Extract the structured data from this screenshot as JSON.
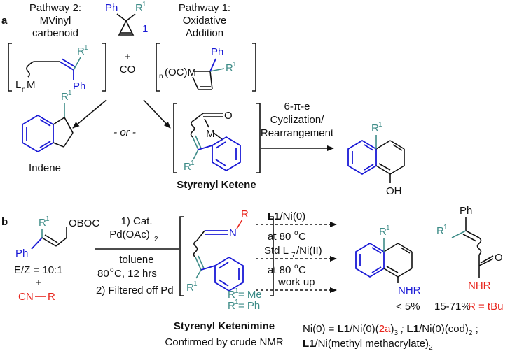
{
  "panel_a": {
    "label": "a",
    "cyclopropene": {
      "ph": "Ph",
      "r1": "R",
      "r1_sup": "1",
      "compound_number": "1"
    },
    "pathway2": {
      "line1": "Pathway 2:",
      "line2": "MVinyl",
      "line3": "carbenoid"
    },
    "pathway1": {
      "line1": "Pathway 1:",
      "line2": "Oxidative",
      "line3": "Addition"
    },
    "reagent": {
      "plus": "+",
      "co": "CO"
    },
    "carbenoid": {
      "metal_ligand": "L",
      "metal_sub": "n",
      "metal": "M",
      "ph": "Ph",
      "r1": "R",
      "r1_sup": "1"
    },
    "metallacycle": {
      "prefix": "n",
      "occ": "(OC)M",
      "ph": "Ph",
      "r1": "R",
      "r1_sup": "1"
    },
    "or_text": "- or -",
    "indene": {
      "r1": "R",
      "r1_sup": "1",
      "name": "Indene"
    },
    "ketene": {
      "o": "O",
      "m": "M",
      "r1": "R",
      "r1_sup": "1",
      "name": "Styrenyl Ketene"
    },
    "cyclization": {
      "line1": "6-π-e",
      "line2": "Cyclization/",
      "line3": "Rearrangement"
    },
    "naphthol": {
      "r1": "R",
      "r1_sup": "1",
      "oh": "OH"
    }
  },
  "panel_b": {
    "label": "b",
    "substrate": {
      "r1": "R",
      "r1_sup": "1",
      "oboc": "OBOC",
      "ph": "Ph",
      "ez": "E/Z = 10:1",
      "plus": "+",
      "cn": "CN",
      "cn_r": "R"
    },
    "conditions": {
      "step1a": "1) Cat.",
      "step1b": "Pd(OAc)",
      "step1b_sub": "2",
      "solvent": "toluene",
      "temp": "80",
      "temp_sup": "o",
      "temp_rest": "C, 12 hrs",
      "step2": "2) Filtered off Pd"
    },
    "ketenimine": {
      "n": "N",
      "r": "R",
      "r1": "R",
      "r1_sup": "1",
      "eq1": "R",
      "eq1_sup": "1",
      "eq1_rest": " = Me",
      "eq2": "R",
      "eq2_sup": "1",
      "eq2_rest": " = Ph",
      "name": "Styrenyl Ketenimine",
      "confirm": "Confirmed by crude NMR"
    },
    "arrow1": {
      "l1": "L1",
      "l1_rest": "/Ni(0)",
      "temp": "at 80",
      "temp_sup": "o",
      "temp_c": "C"
    },
    "arrow2": {
      "std": "Std L",
      "std_sub": "7",
      "std_rest": "/Ni(II)",
      "temp": "at 80",
      "temp_sup": "o",
      "temp_c": "C"
    },
    "arrow3": {
      "text": "work up"
    },
    "naphthylamine": {
      "r1": "R",
      "r1_sup": "1",
      "nhr": "NHR",
      "yield": "< 5%"
    },
    "amide": {
      "ph": "Ph",
      "r1": "R",
      "r1_sup": "1",
      "o": "O",
      "nhr": "NHR",
      "yield": "15-71%",
      "r_def": "R = tBu"
    },
    "footnote": {
      "f1": "Ni(0) = ",
      "f2": "L1",
      "f3": "/Ni(0)(",
      "f4": "2a",
      "f5": ")",
      "f6": "3",
      "f7": " ; ",
      "f8": "L1",
      "f9": "/Ni(0)(cod)",
      "f10": "2",
      "f11": " ;",
      "g1": "L1",
      "g2": "/Ni(methyl methacrylate)",
      "g3": "2"
    }
  }
}
